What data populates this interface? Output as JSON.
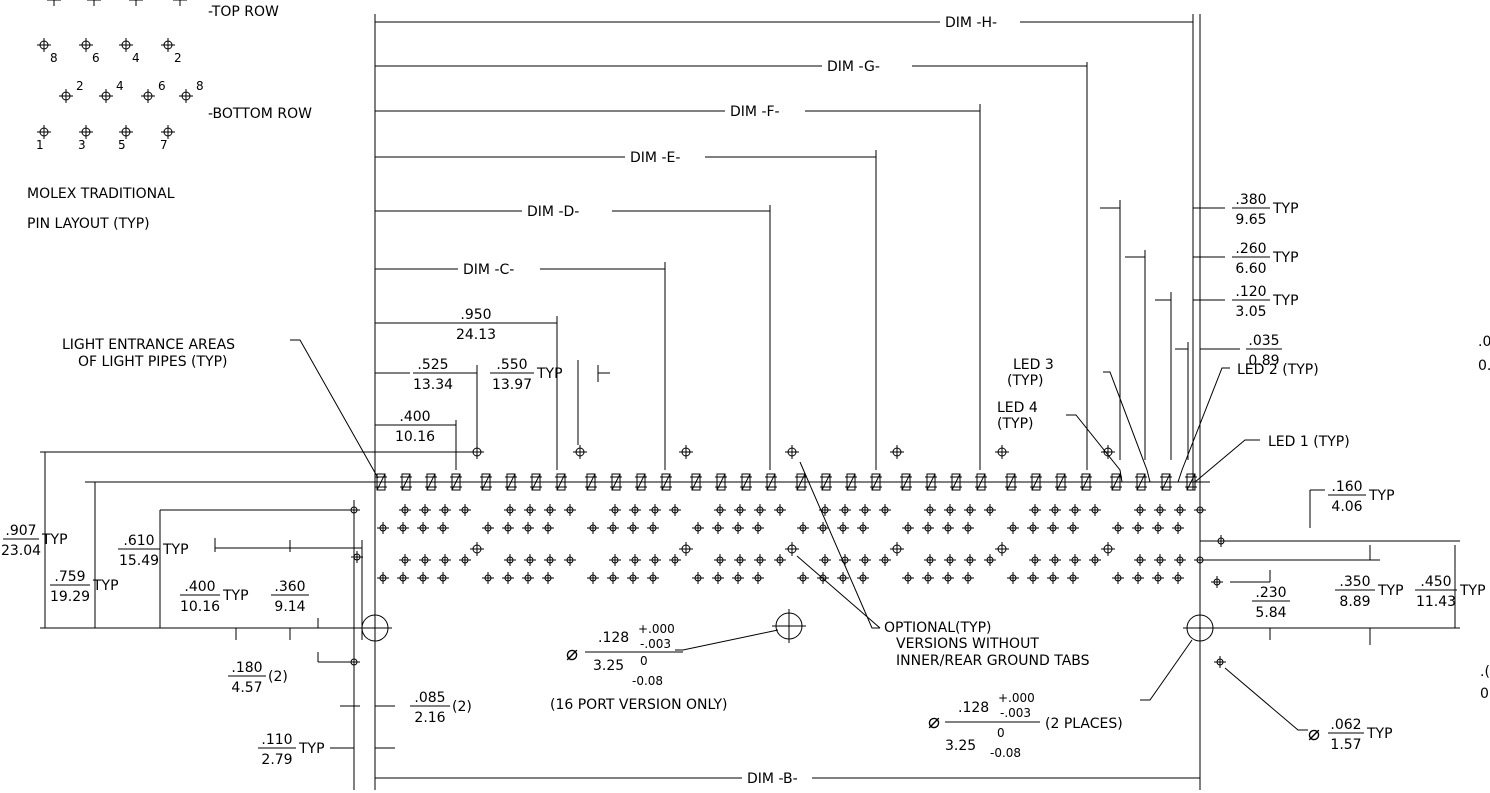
{
  "pin_layout": {
    "top_row_label": "-TOP ROW",
    "bottom_row_label": "-BOTTOM ROW",
    "top_pin_numbers": [
      "8",
      "6",
      "4",
      "2"
    ],
    "bottom_upper_numbers": [
      "2",
      "4",
      "6",
      "8"
    ],
    "bottom_lower_numbers": [
      "1",
      "3",
      "5",
      "7"
    ],
    "title_line1": "MOLEX TRADITIONAL",
    "title_line2": "PIN LAYOUT (TYP)"
  },
  "dims": {
    "h": "DIM -H-",
    "g": "DIM -G-",
    "f": "DIM -F-",
    "e": "DIM -E-",
    "d": "DIM -D-",
    "c": "DIM -C-",
    "b": "DIM -B-"
  },
  "fractions": {
    "f950": {
      "top": ".950",
      "bottom": "24.13"
    },
    "f525": {
      "top": ".525",
      "bottom": "13.34"
    },
    "f550": {
      "top": ".550",
      "bottom": "13.97"
    },
    "f400a": {
      "top": ".400",
      "bottom": "10.16"
    },
    "f380": {
      "top": ".380",
      "bottom": "9.65"
    },
    "f260": {
      "top": ".260",
      "bottom": "6.60"
    },
    "f120": {
      "top": ".120",
      "bottom": "3.05"
    },
    "f035": {
      "top": ".035",
      "bottom": "0.89"
    },
    "f907": {
      "top": ".907",
      "bottom": "23.04"
    },
    "f610": {
      "top": ".610",
      "bottom": "15.49"
    },
    "f759": {
      "top": ".759",
      "bottom": "19.29"
    },
    "f400b": {
      "top": ".400",
      "bottom": "10.16"
    },
    "f360": {
      "top": ".360",
      "bottom": "9.14"
    },
    "f180": {
      "top": ".180",
      "bottom": "4.57"
    },
    "f085": {
      "top": ".085",
      "bottom": "2.16"
    },
    "f110": {
      "top": ".110",
      "bottom": "2.79"
    },
    "f160": {
      "top": ".160",
      "bottom": "4.06"
    },
    "f230": {
      "top": ".230",
      "bottom": "5.84"
    },
    "f350": {
      "top": ".350",
      "bottom": "8.89"
    },
    "f450": {
      "top": ".450",
      "bottom": "11.43"
    },
    "f062": {
      "top": ".062",
      "bottom": "1.57"
    }
  },
  "labels": {
    "typ": "TYP",
    "two": "(2)",
    "light_entrance_1": "LIGHT ENTRANCE AREAS",
    "light_entrance_2": "OF LIGHT PIPES (TYP)",
    "led3": "LED 3",
    "led3_typ": "(TYP)",
    "led4": "LED 4",
    "led4_typ": "(TYP)",
    "led2": "LED 2 (TYP)",
    "led1": "LED 1 (TYP)",
    "optional_1": "OPTIONAL(TYP)",
    "optional_2": "VERSIONS WITHOUT",
    "optional_3": "INNER/REAR GROUND TABS",
    "hole_dia_top": ".128",
    "hole_tol_plus": "+.000",
    "hole_tol_minus": "-.003",
    "hole_metric": "3.25",
    "hole_metric_plus": "0",
    "hole_metric_minus": "-0.08",
    "hole_note_16port": "(16 PORT VERSION ONLY)",
    "hole_two_places": "(2 PLACES)",
    "edge_frac_top": ".0",
    "edge_frac_bottom": "0.",
    "edge_frac2_top": ".(",
    "edge_frac2_bottom": "0"
  },
  "layout_info": {
    "ports": 8,
    "pins_per_row_per_port": 4
  }
}
